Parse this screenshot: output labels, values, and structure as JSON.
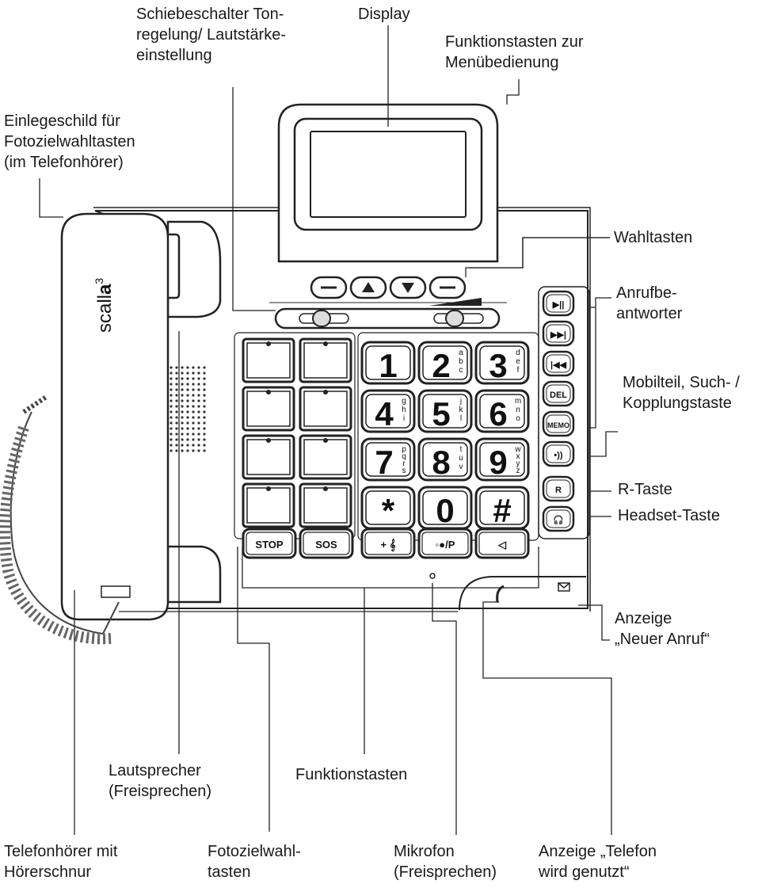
{
  "brand": {
    "name_plain": "scall",
    "name_bold": "a",
    "name_sup": "3"
  },
  "labels": {
    "slider": "Schiebeschalter Ton-\nregelung/ Lautstärke-\neinstellung",
    "display": "Display",
    "menu_keys": "Funktionstasten zur\nMenübedienung",
    "insert_card": "Einlegeschild für\nFotozielwahltasten\n(im Telefonhörer)",
    "dial_keys": "Wahltasten",
    "answering_machine": "Anrufbe-\nantworter",
    "handset_search": "Mobilteil, Such- /\nKopplungstaste",
    "r_key": "R-Taste",
    "headset_key": "Headset-Taste",
    "new_call": "Anzeige\n„Neuer Anruf“",
    "speaker": "Lautsprecher\n(Freisprechen)",
    "function_keys": "Funktionstasten",
    "handset": "Telefonhörer mit\nHörerschnur",
    "photo_keys": "Fotozielwahl-\ntasten",
    "microphone": "Mikrofon\n(Freisprechen)",
    "in_use": "Anzeige „Telefon\nwird genutzt“"
  },
  "keypad": [
    {
      "digit": "1",
      "letters": ""
    },
    {
      "digit": "2",
      "letters": "a b c"
    },
    {
      "digit": "3",
      "letters": "d e f"
    },
    {
      "digit": "4",
      "letters": "g h i"
    },
    {
      "digit": "5",
      "letters": "j k l"
    },
    {
      "digit": "6",
      "letters": "m n o"
    },
    {
      "digit": "7",
      "letters": "p q r s"
    },
    {
      "digit": "8",
      "letters": "t u v"
    },
    {
      "digit": "9",
      "letters": "w x y z"
    },
    {
      "digit": "*",
      "letters": ""
    },
    {
      "digit": "0",
      "letters": ""
    },
    {
      "digit": "#",
      "letters": ""
    }
  ],
  "function_row": [
    "STOP",
    "SOS",
    "+ 𝄞",
    "◦●/P",
    "◁"
  ],
  "side_keys": [
    "▶||",
    "▶▶|",
    "|◀◀",
    "DEL",
    "MEMO",
    "•))",
    "R",
    "🎧"
  ]
}
